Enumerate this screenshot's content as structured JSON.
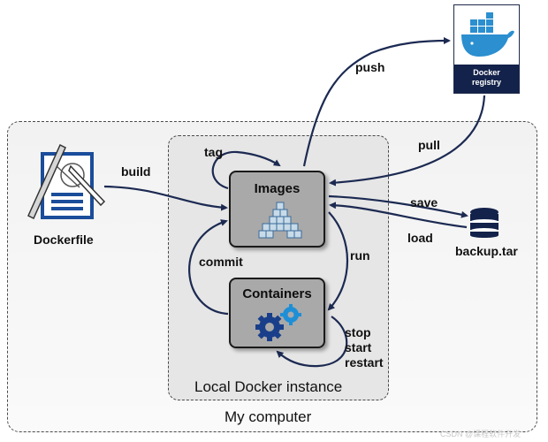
{
  "diagram": {
    "outer_label": "My computer",
    "inner_label": "Local Docker instance",
    "images_label": "Images",
    "containers_label": "Containers",
    "dockerfile_label": "Dockerfile",
    "backup_label": "backup.tar",
    "registry_label_line1": "Docker",
    "registry_label_line2": "registry",
    "edges": {
      "build": "build",
      "tag": "tag",
      "commit": "commit",
      "run": "run",
      "push": "push",
      "pull": "pull",
      "save": "save",
      "load": "load",
      "stop": "stop",
      "start": "start",
      "restart": "restart"
    },
    "watermark": "CSDN @课程软件开发"
  },
  "colors": {
    "arrow": "#1c2a52",
    "box_fill": "#a9a9a9",
    "cube_fill": "#c7dbe8",
    "cube_stroke": "#3a6a9a",
    "gear": "#1a3f8a",
    "gear_accent": "#1e8fd6",
    "registry_band": "#13224a",
    "blueprint": "#1a4d9a"
  }
}
